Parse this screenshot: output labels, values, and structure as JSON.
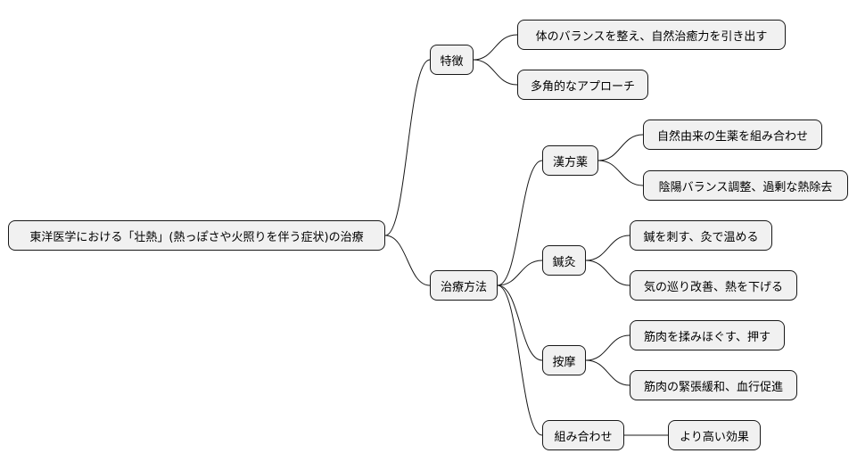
{
  "mindmap": {
    "root": {
      "label": "東洋医学における「壮熱」(熱っぽさや火照りを伴う症状)の治療"
    },
    "branches": [
      {
        "label": "特徴",
        "children": [
          {
            "label": "体のバランスを整え、自然治癒力を引き出す"
          },
          {
            "label": "多角的なアプローチ"
          }
        ]
      },
      {
        "label": "治療方法",
        "children": [
          {
            "label": "漢方薬",
            "children": [
              {
                "label": "自然由来の生薬を組み合わせ"
              },
              {
                "label": "陰陽バランス調整、過剰な熱除去"
              }
            ]
          },
          {
            "label": "鍼灸",
            "children": [
              {
                "label": "鍼を刺す、灸で温める"
              },
              {
                "label": "気の巡り改善、熱を下げる"
              }
            ]
          },
          {
            "label": "按摩",
            "children": [
              {
                "label": "筋肉を揉みほぐす、押す"
              },
              {
                "label": "筋肉の緊張緩和、血行促進"
              }
            ]
          },
          {
            "label": "組み合わせ",
            "children": [
              {
                "label": "より高い効果"
              }
            ]
          }
        ]
      }
    ]
  }
}
